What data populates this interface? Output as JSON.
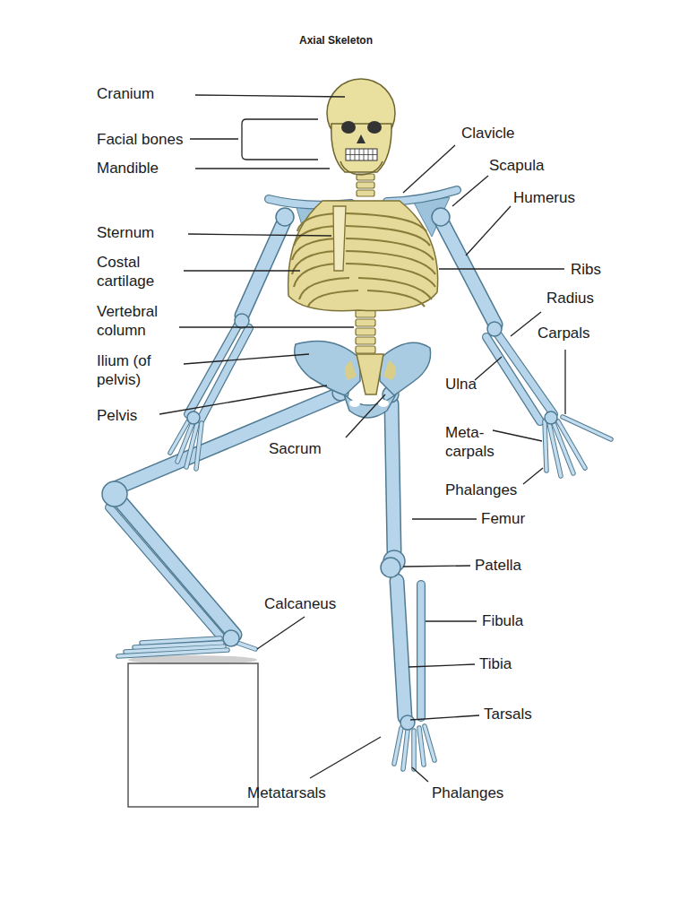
{
  "diagram": {
    "title": "Axial Skeleton",
    "labels": [
      "Cranium",
      "Facial bones",
      "Mandible",
      "Sternum",
      "Costal cartilage",
      "Vertebral column",
      "Ilium (of pelvis)",
      "Pelvis",
      "Sacrum",
      "Calcaneus",
      "Metatarsals",
      "Clavicle",
      "Scapula",
      "Humerus",
      "Ribs",
      "Radius",
      "Carpals",
      "Ulna",
      "Meta- carpals",
      "Phalanges",
      "Femur",
      "Patella",
      "Fibula",
      "Tibia",
      "Tarsals",
      "Phalanges"
    ]
  }
}
